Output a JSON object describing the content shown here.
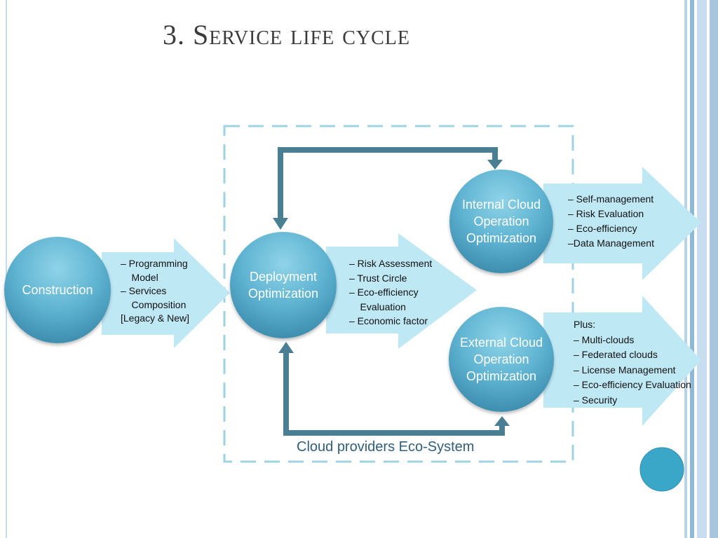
{
  "slide": {
    "title": "3. Service life cycle"
  },
  "nodes": {
    "construction": "Construction",
    "deployment": [
      "Deployment",
      "Optimization"
    ],
    "internal": [
      "Internal Cloud",
      "Operation",
      "Optimization"
    ],
    "external": [
      "External Cloud",
      "Operation",
      "Optimization"
    ]
  },
  "lists": {
    "construction": [
      "– Programming",
      "    Model",
      "– Services",
      "    Composition",
      "[Legacy & New]"
    ],
    "deployment": [
      "– Risk Assessment",
      "– Trust Circle",
      "– Eco-efficiency",
      "    Evaluation",
      "– Economic factor"
    ],
    "internal": [
      "– Self-management",
      "– Risk Evaluation",
      "– Eco-efficiency",
      "–Data Management"
    ],
    "external": [
      "Plus:",
      "– Multi-clouds",
      "– Federated clouds",
      "– License Management",
      "– Eco-efficiency Evaluation",
      "– Security"
    ]
  },
  "ecosystem": {
    "caption": "Cloud providers Eco-System"
  },
  "colors": {
    "arrow_fill": "#bfe8f5",
    "loop_arrow": "#4a7f93",
    "dashed_border": "#9fd3e2",
    "accent_dot": "#3aa6c8",
    "stripe": "#a9c9df"
  }
}
